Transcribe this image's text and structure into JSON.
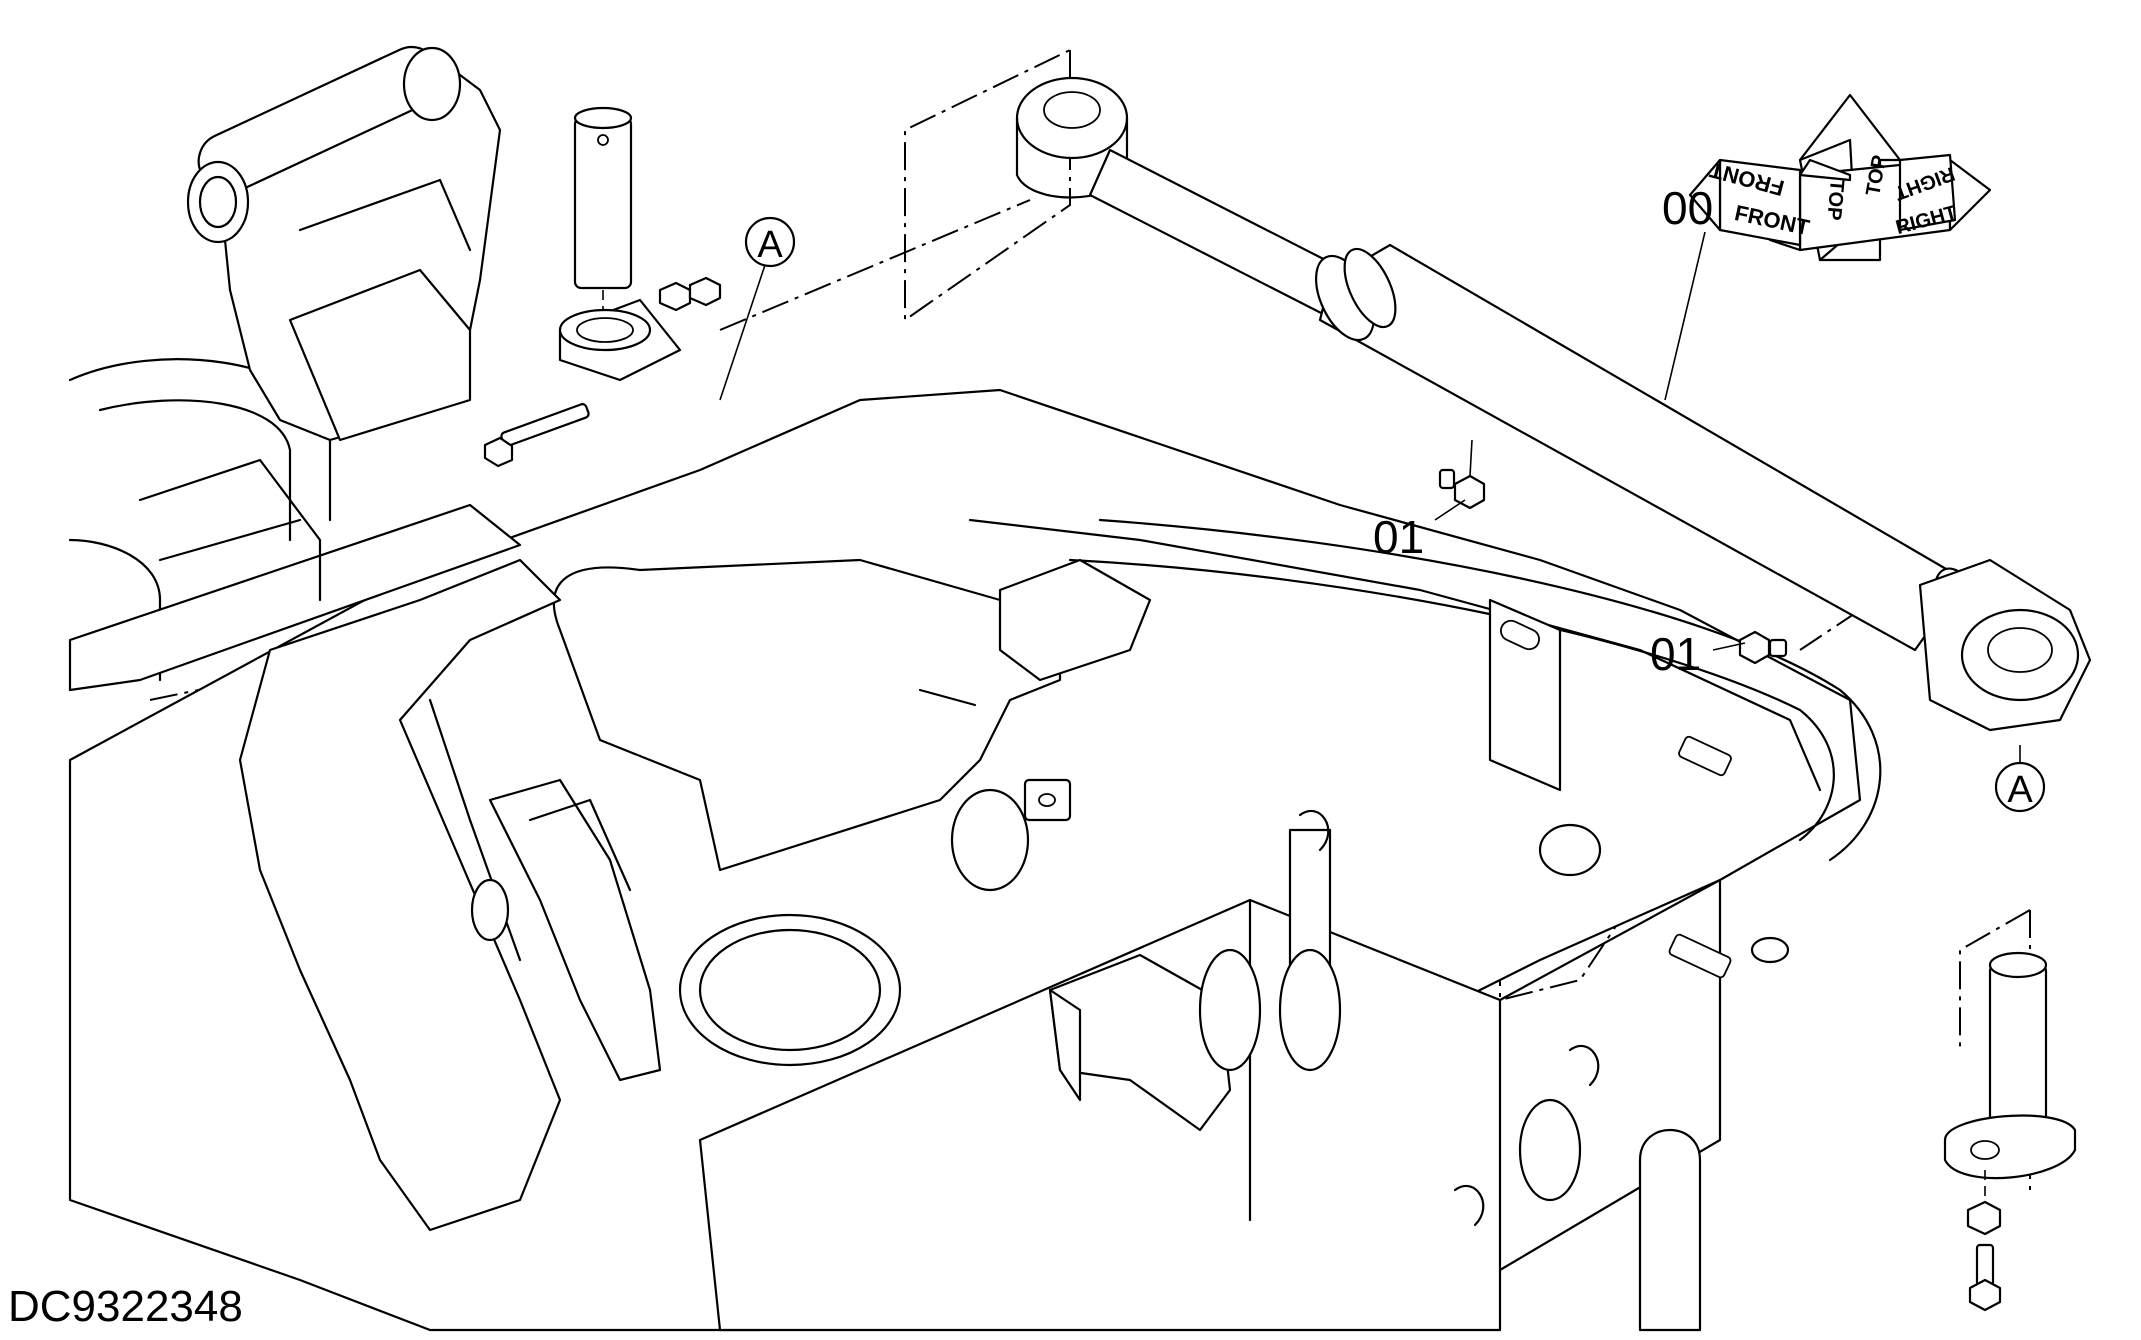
{
  "diagram": {
    "document_id": "DC9322348",
    "callouts": {
      "part_00": "00",
      "part_01_upper": "01",
      "part_01_lower": "01",
      "ref_a_upper": "A",
      "ref_a_lower": "A"
    },
    "orientation_labels": {
      "front": "FRONT",
      "front_mirrored": "FRONT",
      "top": "TOP",
      "top_mirrored": "TOP",
      "right": "RIGHT",
      "right_mirrored": "RIGHT"
    }
  }
}
